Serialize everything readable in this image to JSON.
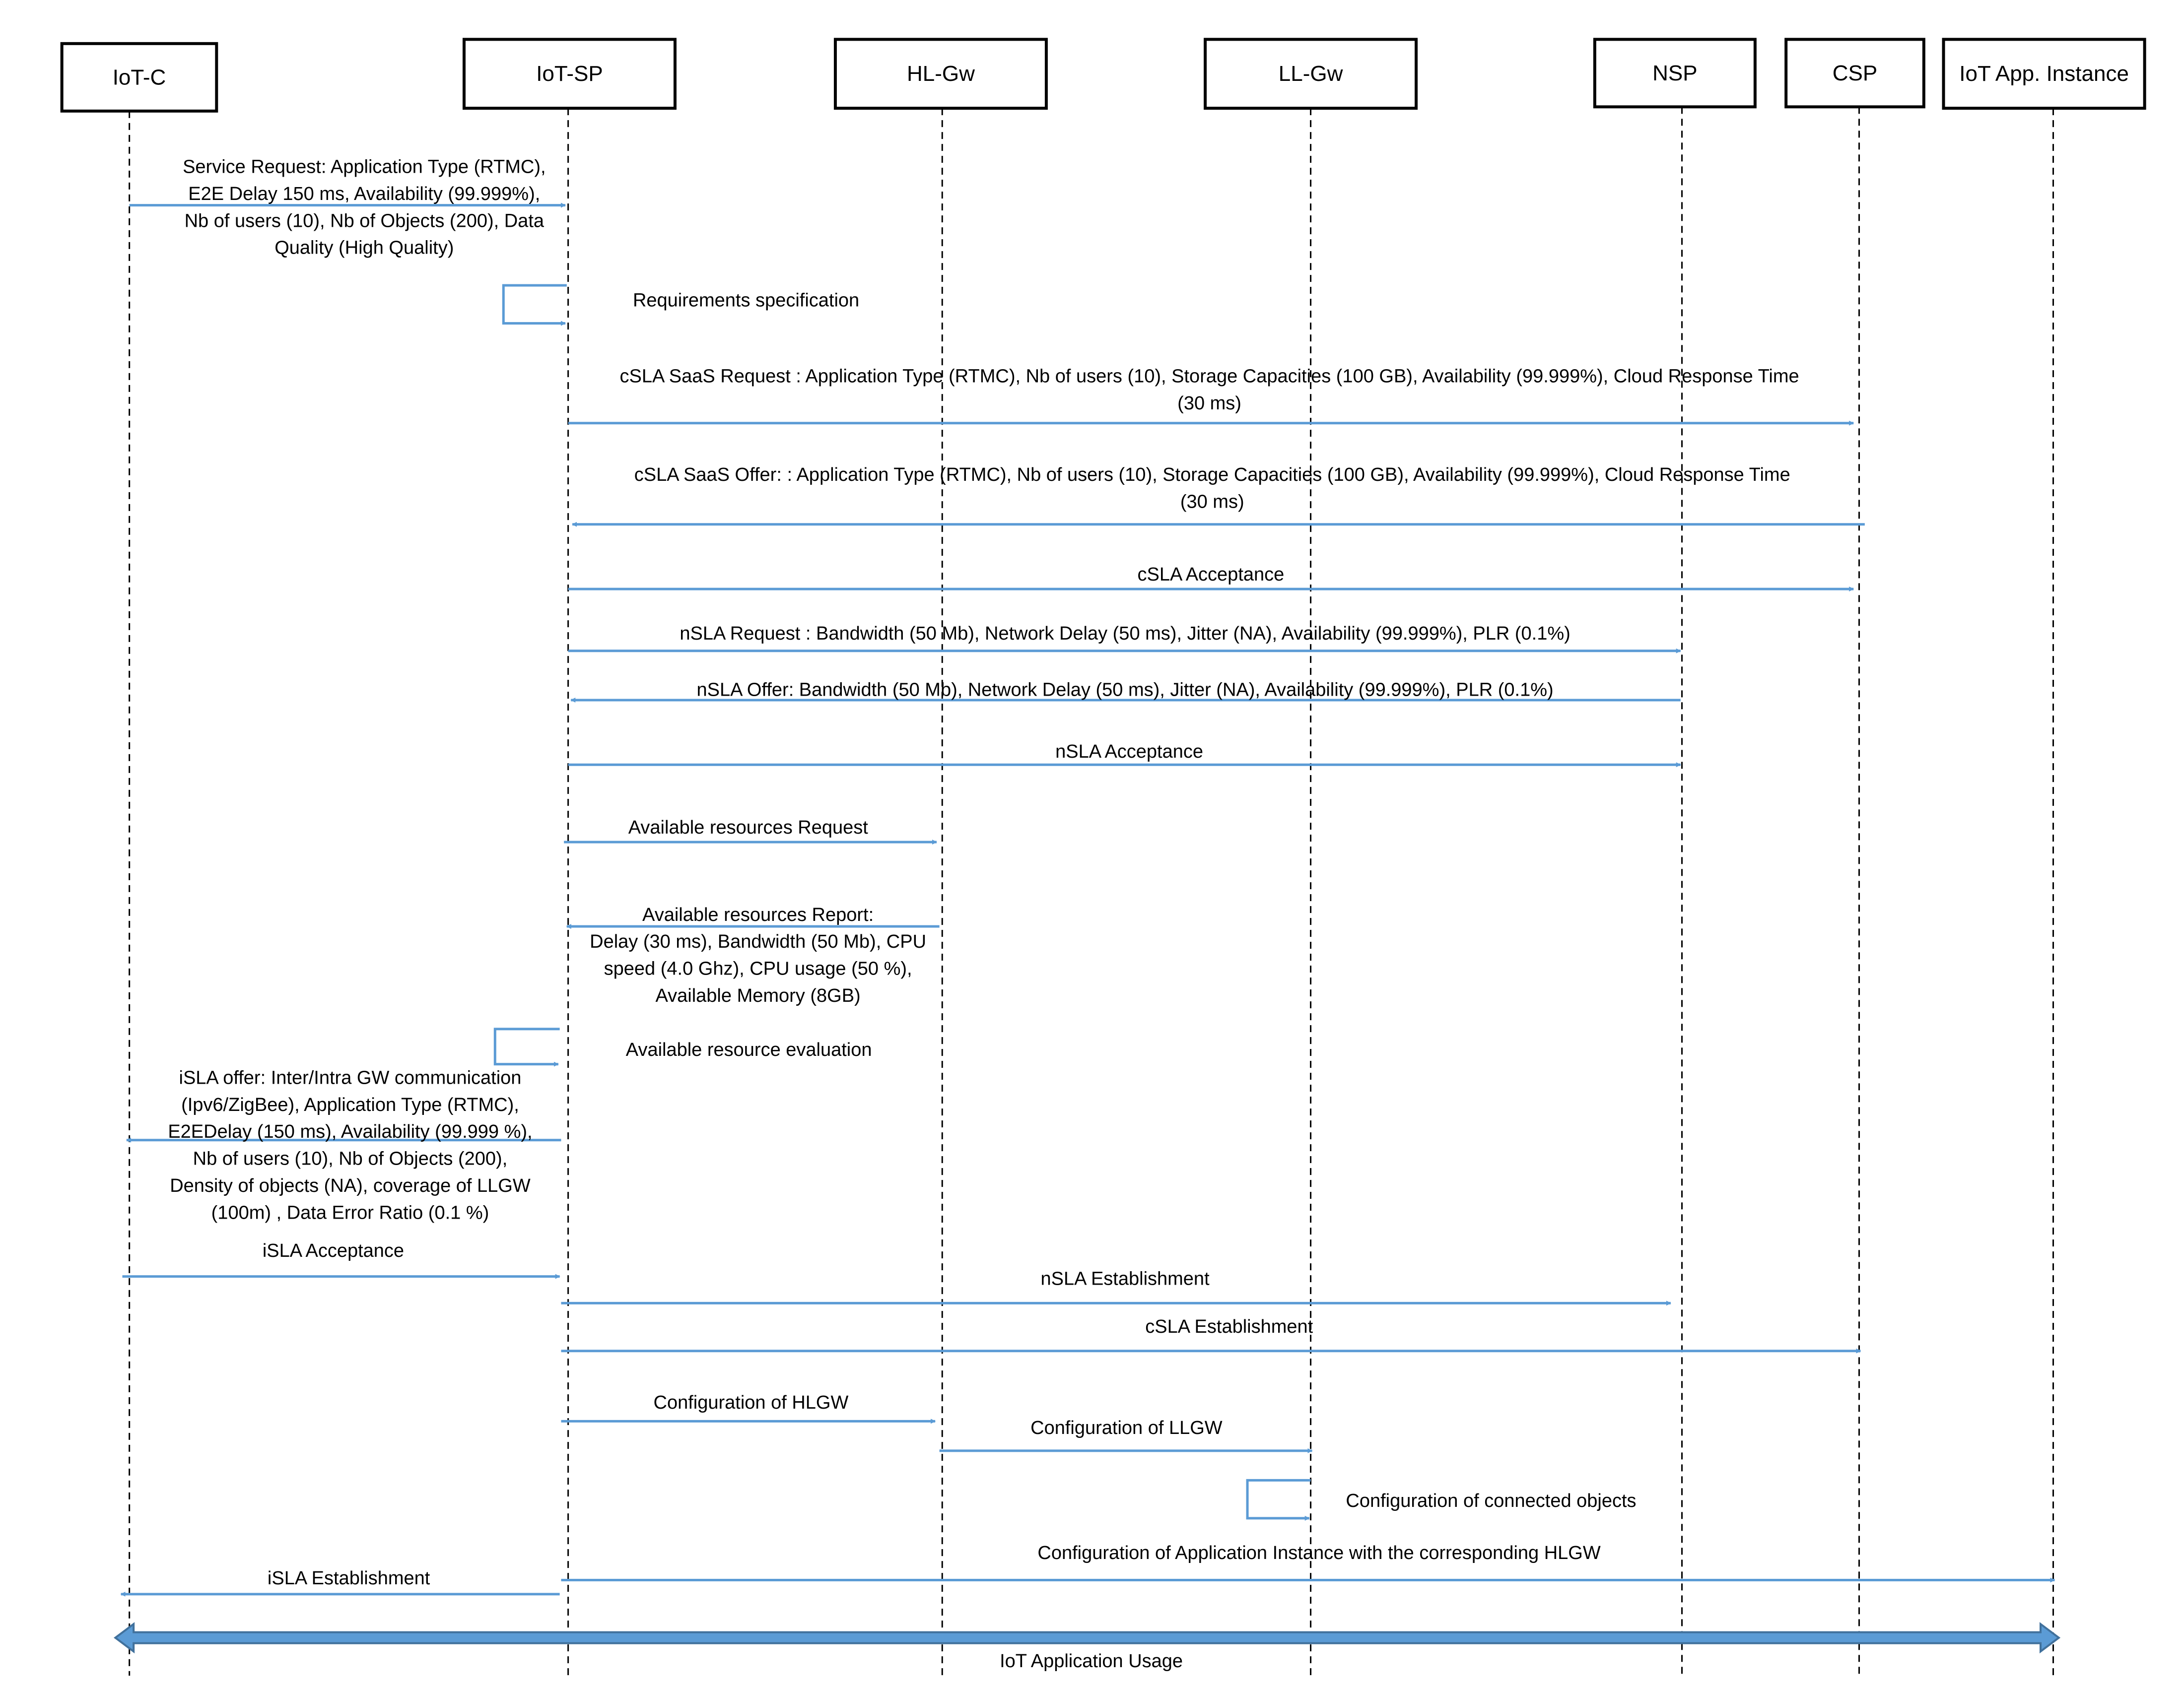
{
  "colors": {
    "arrow": "#5B9BD5",
    "usage_bar": "#5B9BD5",
    "usage_bar_edge": "#41719C",
    "box_stroke": "#000000",
    "text": "#000000"
  },
  "actors": [
    {
      "id": "iot-c",
      "label": "IoT-C"
    },
    {
      "id": "iot-sp",
      "label": "IoT-SP"
    },
    {
      "id": "hl-gw",
      "label": "HL-Gw"
    },
    {
      "id": "ll-gw",
      "label": "LL-Gw"
    },
    {
      "id": "nsp",
      "label": "NSP"
    },
    {
      "id": "csp",
      "label": "CSP"
    },
    {
      "id": "iot-app",
      "label": "IoT App. Instance"
    }
  ],
  "messages": [
    {
      "id": "service-request",
      "from": "iot-c",
      "to": "iot-sp",
      "self": false,
      "label": [
        "Service Request: Application Type (RTMC),",
        "E2E Delay 150 ms, Availability (99.999%),",
        "Nb of users (10), Nb of Objects (200), Data",
        "Quality (High Quality)"
      ]
    },
    {
      "id": "requirements-specification",
      "from": "iot-sp",
      "to": "iot-sp",
      "self": true,
      "label": [
        "Requirements specification"
      ]
    },
    {
      "id": "csla-saas-request",
      "from": "iot-sp",
      "to": "csp",
      "self": false,
      "label": [
        "cSLA SaaS Request : Application Type (RTMC), Nb of users (10),  Storage Capacities (100 GB), Availability (99.999%), Cloud Response Time",
        "(30 ms)"
      ]
    },
    {
      "id": "csla-saas-offer",
      "from": "csp",
      "to": "iot-sp",
      "self": false,
      "label": [
        "cSLA SaaS Offer: : Application Type (RTMC), Nb of users (10),  Storage Capacities (100 GB), Availability (99.999%), Cloud Response Time",
        "(30 ms)"
      ]
    },
    {
      "id": "csla-acceptance",
      "from": "iot-sp",
      "to": "csp",
      "self": false,
      "label": [
        "cSLA Acceptance"
      ]
    },
    {
      "id": "nsla-request",
      "from": "iot-sp",
      "to": "nsp",
      "self": false,
      "label": [
        "nSLA Request : Bandwidth (50 Mb), Network Delay (50 ms), Jitter (NA), Availability (99.999%), PLR (0.1%)"
      ]
    },
    {
      "id": "nsla-offer",
      "from": "nsp",
      "to": "iot-sp",
      "self": false,
      "label": [
        "nSLA Offer: Bandwidth (50 Mb), Network Delay (50 ms), Jitter (NA), Availability (99.999%), PLR (0.1%)"
      ]
    },
    {
      "id": "nsla-acceptance",
      "from": "iot-sp",
      "to": "nsp",
      "self": false,
      "label": [
        "nSLA Acceptance"
      ]
    },
    {
      "id": "available-resources-request",
      "from": "iot-sp",
      "to": "hl-gw",
      "self": false,
      "label": [
        "Available resources Request"
      ]
    },
    {
      "id": "available-resources-report",
      "from": "hl-gw",
      "to": "iot-sp",
      "self": false,
      "label": [
        "Available resources Report:",
        "Delay (30 ms), Bandwidth (50 Mb), CPU",
        "speed (4.0 Ghz), CPU usage (50 %),",
        "Available Memory (8GB)"
      ]
    },
    {
      "id": "available-resource-evaluation",
      "from": "iot-sp",
      "to": "iot-sp",
      "self": true,
      "label": [
        "Available resource evaluation"
      ]
    },
    {
      "id": "isla-offer",
      "from": "iot-sp",
      "to": "iot-c",
      "self": false,
      "label": [
        "iSLA offer: Inter/Intra GW communication",
        "(Ipv6/ZigBee), Application Type (RTMC),",
        "E2EDelay (150 ms), Availability (99.999 %),",
        "Nb of users (10), Nb of Objects (200),",
        "Density of objects (NA), coverage of LLGW",
        "(100m) , Data Error Ratio (0.1 %)"
      ]
    },
    {
      "id": "isla-acceptance",
      "from": "iot-c",
      "to": "iot-sp",
      "self": false,
      "label": [
        "iSLA Acceptance"
      ]
    },
    {
      "id": "nsla-establishment",
      "from": "iot-sp",
      "to": "nsp",
      "self": false,
      "label": [
        "nSLA Establishment"
      ]
    },
    {
      "id": "csla-establishment",
      "from": "iot-sp",
      "to": "csp",
      "self": false,
      "label": [
        "cSLA Establishment"
      ]
    },
    {
      "id": "configuration-of-hlgw",
      "from": "iot-sp",
      "to": "hl-gw",
      "self": false,
      "label": [
        "Configuration of HLGW"
      ]
    },
    {
      "id": "configuration-of-llgw",
      "from": "hl-gw",
      "to": "ll-gw",
      "self": false,
      "label": [
        "Configuration of LLGW"
      ]
    },
    {
      "id": "configuration-of-connected-objects",
      "from": "ll-gw",
      "to": "ll-gw",
      "self": true,
      "label": [
        "Configuration of connected objects"
      ]
    },
    {
      "id": "configuration-of-application-instance",
      "from": "iot-sp",
      "to": "iot-app",
      "self": false,
      "label": [
        "Configuration of Application Instance with the corresponding HLGW"
      ]
    },
    {
      "id": "isla-establishment",
      "from": "iot-sp",
      "to": "iot-c",
      "self": false,
      "label": [
        "iSLA Establishment"
      ]
    }
  ],
  "usage": {
    "from": "iot-c",
    "to": "iot-app",
    "label": "IoT Application Usage"
  }
}
